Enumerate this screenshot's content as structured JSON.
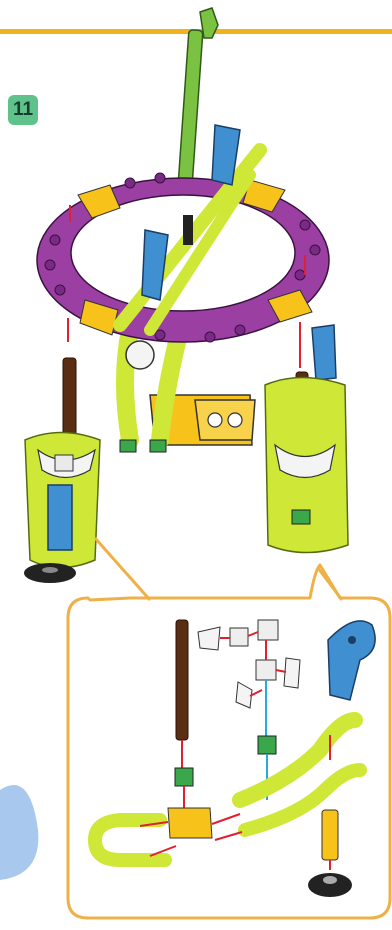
{
  "step": {
    "number": "11",
    "badge_color": "#5ec28a"
  },
  "colors": {
    "accent_line": "#f2b21c",
    "callout_border": "#f0b048",
    "ring_purple": "#9b3fa3",
    "ring_yellow": "#f7c21a",
    "tube_lime": "#cfe838",
    "tube_green": "#7cc242",
    "piece_blue": "#3f8fd1",
    "rod_brown": "#5a2e12",
    "connector_green": "#3aa84a",
    "wheel_black": "#222222",
    "guide_red": "#e02030",
    "guide_blue": "#2aa8e0",
    "background_blob": "#a8c8ee"
  },
  "icons": [
    "instruction-step-badge",
    "purple-ring-part",
    "wheel-icon",
    "connector-cube-icon",
    "axle-rod-icon",
    "callout-bubble"
  ]
}
